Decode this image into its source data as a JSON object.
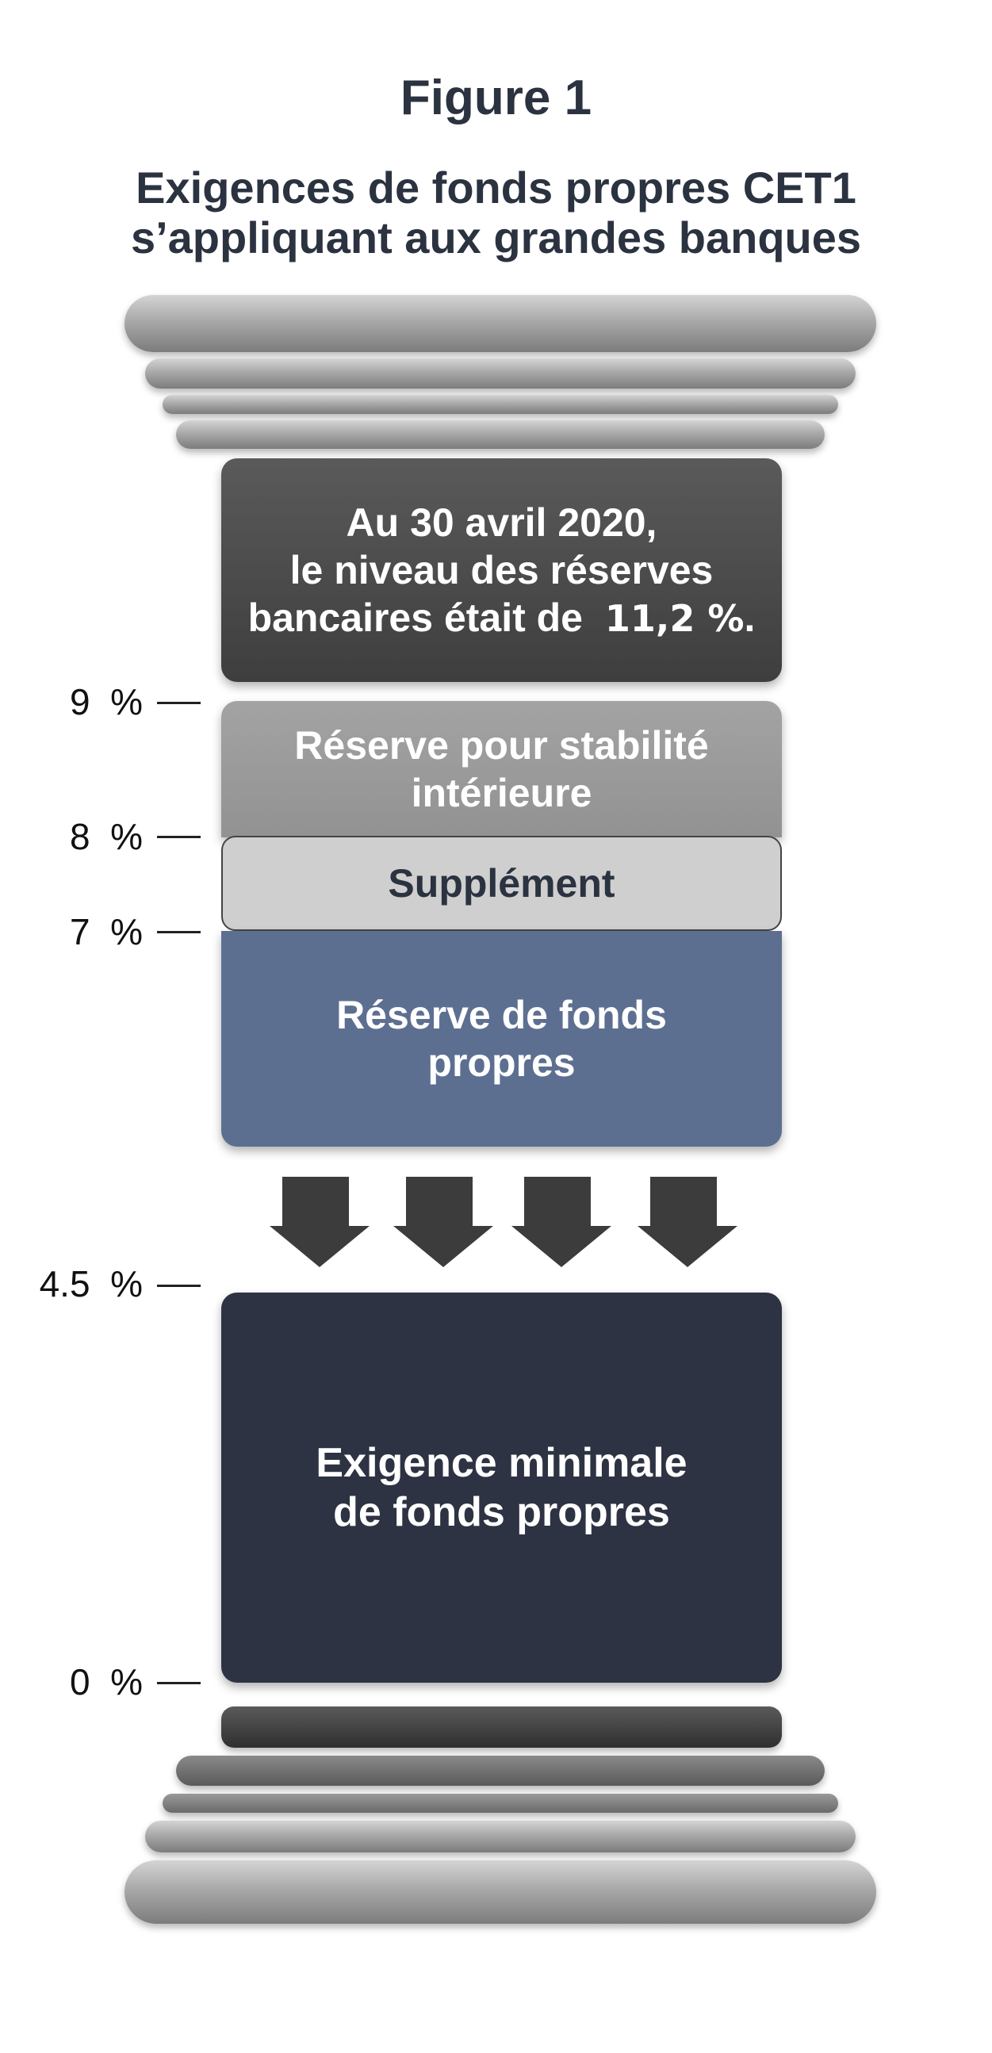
{
  "figure_label": "Figure 1",
  "title": {
    "line1": "Exigences de fonds propres CET1",
    "line2": "s’appliquant aux grandes banques"
  },
  "reserve_note": {
    "line1": "Au 30 avril 2020,",
    "line2": "le niveau des réserves",
    "line3_prefix": "bancaires était de",
    "value": "11,2 %",
    "suffix": "."
  },
  "blocks": {
    "domestic_stability_buffer": {
      "line1": "Réserve pour stabilité",
      "line2": "intérieure"
    },
    "surcharge": "Supplément",
    "capital_conservation_buffer": {
      "line1": "Réserve de fonds",
      "line2": "propres"
    },
    "minimum_requirement": {
      "line1": "Exigence minimale",
      "line2": "de fonds propres"
    }
  },
  "ticks": [
    {
      "num": "9",
      "unit": "%"
    },
    {
      "num": "8",
      "unit": "%"
    },
    {
      "num": "7",
      "unit": "%"
    },
    {
      "num": "4.5",
      "unit": "%"
    },
    {
      "num": "0",
      "unit": "%"
    }
  ],
  "colors": {
    "title": "#2b3240",
    "note_block": "#484848",
    "stability_block": "#9b9b9b",
    "surcharge_block": "#cfcfcf",
    "conservation_block": "#5d6f91",
    "minimum_block": "#2d3342",
    "arrows": "#3c3c3c"
  }
}
